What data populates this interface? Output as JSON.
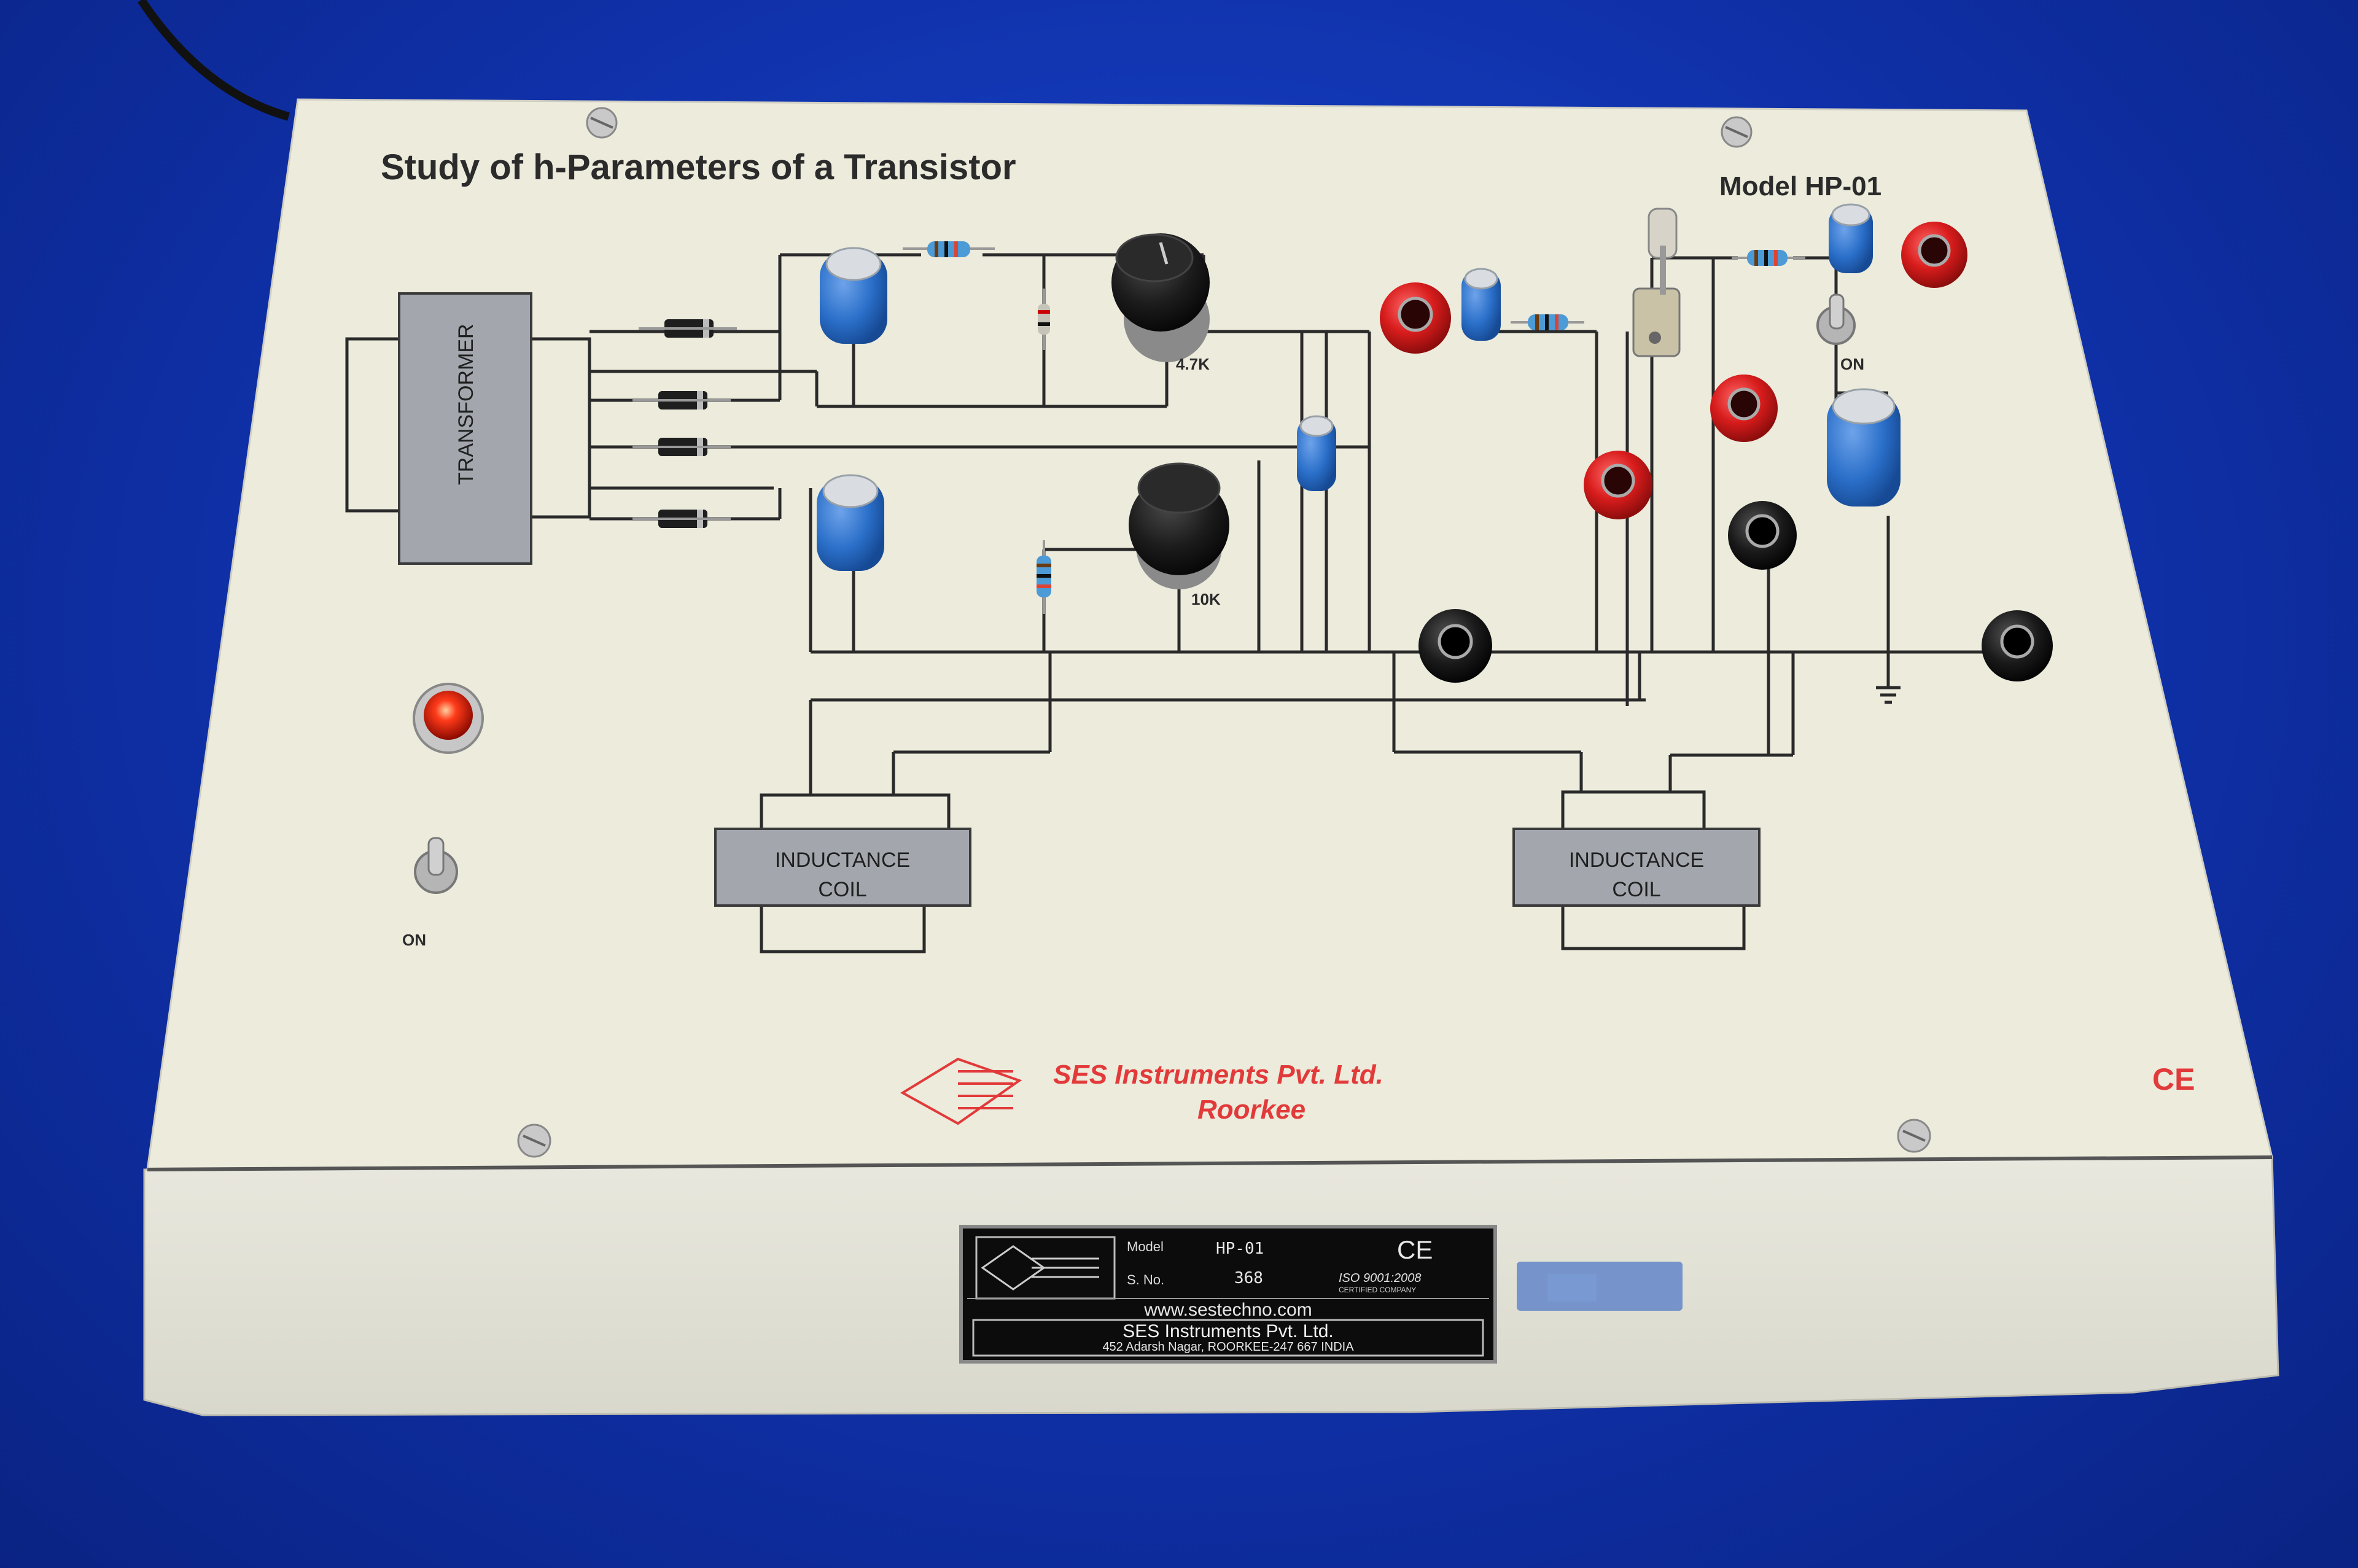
{
  "panel": {
    "title": "Study of h-Parameters of a Transistor",
    "model": "Model HP-01",
    "transformer_label": "TRANSFORMER",
    "pot1_label": "4.7K",
    "pot2_label": "10K",
    "inductance_left_line1": "INDUCTANCE",
    "inductance_left_line2": "COIL",
    "inductance_right_line1": "INDUCTANCE",
    "inductance_right_line2": "COIL",
    "switch_left_label": "ON",
    "switch_right_label": "ON",
    "company_name": "SES Instruments Pvt. Ltd.",
    "company_city": "Roorkee",
    "ce_mark": "CE"
  },
  "nameplate": {
    "model_label": "Model",
    "model_value": "HP-01",
    "serial_label": "S. No.",
    "serial_value": "368",
    "ce_mark": "CE",
    "iso": "ISO 9001:2008",
    "certified": "CERTIFIED COMPANY",
    "website": "www.sestechno.com",
    "company": "SES Instruments Pvt. Ltd.",
    "address": "452 Adarsh Nagar, ROORKEE-247 667 INDIA"
  },
  "colors": {
    "background": "#1436c4",
    "panel": "#ecebdc",
    "terminal_red": "#d81c1c",
    "terminal_black": "#151515",
    "capacitor": "#2a6fc9",
    "box_gray": "#a3a7ad"
  }
}
